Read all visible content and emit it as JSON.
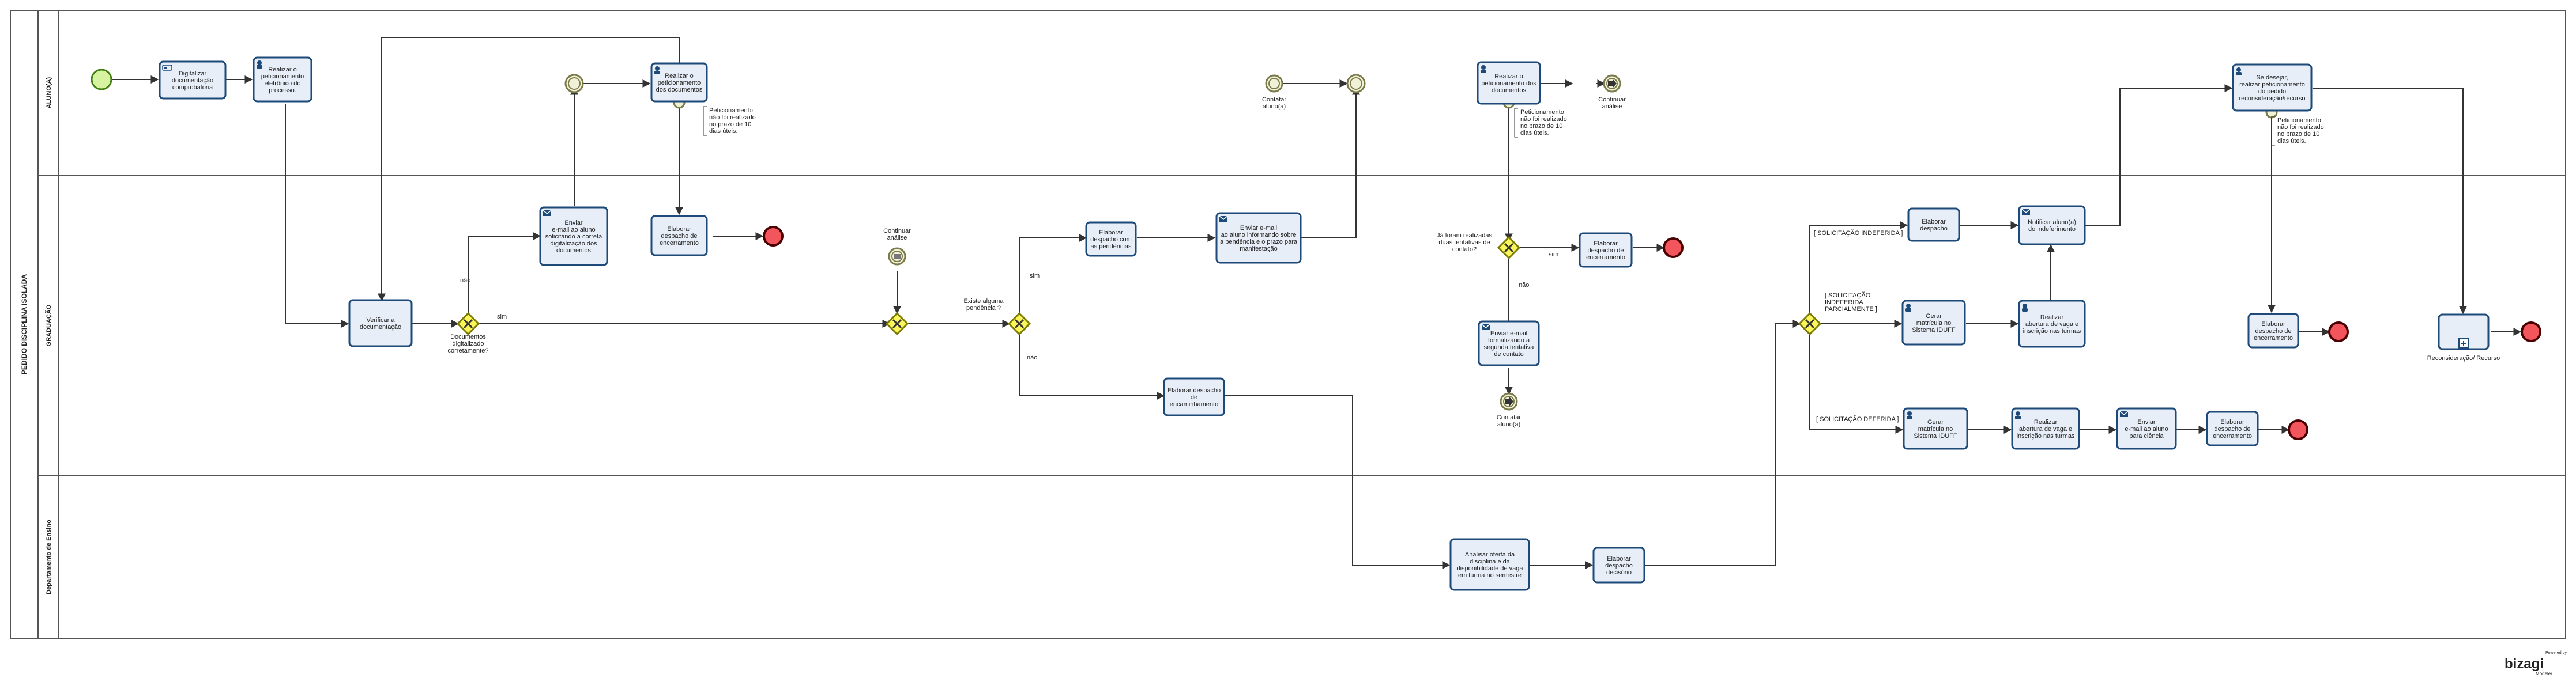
{
  "pool": {
    "name": "PEDIDO DISCIPLINA ISOLADA"
  },
  "lanes": [
    {
      "id": "aluno",
      "name": "ALUNO(A)"
    },
    {
      "id": "graduacao",
      "name": "GRADUAÇÃO"
    },
    {
      "id": "depto",
      "name": "Departamento de Ensino"
    }
  ],
  "tasks": [
    {
      "id": "t1",
      "lines": [
        "Digitalizar",
        "documentação",
        "comprobatória"
      ],
      "icon": "keyboard"
    },
    {
      "id": "t2",
      "lines": [
        "Realizar o",
        "peticionamento",
        "eletrônico do",
        "processo."
      ],
      "icon": "user"
    },
    {
      "id": "t3",
      "lines": [
        "Realizar o",
        "peticionamento",
        "dos documentos"
      ],
      "icon": "user"
    },
    {
      "id": "t4",
      "lines": [
        "Realizar o",
        "peticionamento dos",
        "documentos"
      ],
      "icon": "user"
    },
    {
      "id": "t5",
      "lines": [
        "Se desejar,",
        "realizar peticionamento",
        "do  pedido",
        "reconsideração/recurso"
      ],
      "icon": "user"
    },
    {
      "id": "t6",
      "lines": [
        "Verificar a",
        "documentação"
      ],
      "icon": "none"
    },
    {
      "id": "t7",
      "lines": [
        "Enviar",
        "e-mail ao aluno",
        "solicitando a correta",
        "digitalização dos",
        "documentos"
      ],
      "icon": "mail"
    },
    {
      "id": "t8",
      "lines": [
        "Elaborar",
        "despacho de",
        "encerramento"
      ],
      "icon": "none"
    },
    {
      "id": "t9",
      "lines": [
        "Elaborar",
        "despacho com",
        "as pendências"
      ],
      "icon": "none"
    },
    {
      "id": "t10",
      "lines": [
        "Enviar e-mail",
        "ao aluno informando sobre",
        "a pendência e o prazo para",
        "manifestação"
      ],
      "icon": "mail"
    },
    {
      "id": "t11",
      "lines": [
        "Elaborar despacho",
        "de",
        "encaminhamento"
      ],
      "icon": "none"
    },
    {
      "id": "t12",
      "lines": [
        "Elaborar",
        "despacho de",
        "encerramento"
      ],
      "icon": "none"
    },
    {
      "id": "t13",
      "lines": [
        "Enviar e-mail",
        "formalizando a",
        "segunda tentativa",
        "de contato"
      ],
      "icon": "mail"
    },
    {
      "id": "t14",
      "lines": [
        "Elaborar",
        "despacho"
      ],
      "icon": "none"
    },
    {
      "id": "t15",
      "lines": [
        "Notificar aluno(a)",
        "do indeferimento"
      ],
      "icon": "mail"
    },
    {
      "id": "t16",
      "lines": [
        "Gerar",
        "matrícula no",
        "Sistema IDUFF"
      ],
      "icon": "user"
    },
    {
      "id": "t17",
      "lines": [
        "Realizar",
        "abertura de vaga e",
        "inscrição nas turmas"
      ],
      "icon": "user"
    },
    {
      "id": "t18",
      "lines": [
        "Elaborar",
        "despacho de",
        "encerramento"
      ],
      "icon": "none"
    },
    {
      "id": "t19",
      "lines": [
        "Gerar",
        "matrícula no",
        "Sistema IDUFF"
      ],
      "icon": "user"
    },
    {
      "id": "t20",
      "lines": [
        "Realizar",
        "abertura de vaga e",
        "inscrição nas turmas"
      ],
      "icon": "user"
    },
    {
      "id": "t21",
      "lines": [
        "Enviar",
        "e-mail ao aluno",
        "para ciência"
      ],
      "icon": "mail"
    },
    {
      "id": "t22",
      "lines": [
        "Elaborar",
        "despacho de",
        "encerramento"
      ],
      "icon": "none"
    },
    {
      "id": "t23",
      "lines": [
        "Analisar oferta da",
        "disciplina e da",
        "disponibilidade de vaga",
        "em turma no semestre"
      ],
      "icon": "none"
    },
    {
      "id": "t24",
      "lines": [
        "Elaborar",
        "despacho",
        "decisório"
      ],
      "icon": "none"
    },
    {
      "id": "t25",
      "lines": [],
      "icon": "subprocess"
    }
  ],
  "subprocess_label": "Reconsideração/ Recurso",
  "annotations": [
    {
      "id": "a1",
      "lines": [
        "Peticionamento",
        "não foi realizado",
        "no prazo de 10",
        "dias úteis."
      ]
    },
    {
      "id": "a2",
      "lines": [
        "Peticionamento",
        "não foi realizado",
        "no prazo de 10",
        "dias úteis."
      ]
    },
    {
      "id": "a3",
      "lines": [
        "Peticionamento",
        "não foi realizado",
        "no prazo de 10",
        "dias úteis."
      ]
    }
  ],
  "event_labels": [
    {
      "id": "e1",
      "lines": [
        "Contatar",
        "aluno(a)"
      ]
    },
    {
      "id": "e2",
      "lines": [
        "Continuar",
        "análise"
      ]
    },
    {
      "id": "e3",
      "lines": [
        "Continuar",
        "análise"
      ]
    },
    {
      "id": "e4",
      "lines": [
        "Contatar",
        "aluno(a)"
      ]
    }
  ],
  "gateway_labels": [
    {
      "id": "g1",
      "lines": [
        "Documentos",
        "digitalizado",
        "corretamente?"
      ]
    },
    {
      "id": "g2",
      "lines": [
        "Existe alguma",
        "pendência ?"
      ]
    },
    {
      "id": "g3",
      "lines": [
        "Já foram realizadas",
        "duas tentativas de",
        "contato?"
      ]
    }
  ],
  "flow_labels": {
    "nao": "não",
    "sim": "sim",
    "indeferida": "[ SOLICITAÇÃO INDEFERIDA ]",
    "parcial": [
      "[ SOLICITAÇÃO",
      "INDEFERIDA",
      "PARCIALMENTE ]"
    ],
    "deferida": "[ SOLICITAÇÃO DEFERIDA ]"
  },
  "brand": {
    "powered": "Powered by",
    "name": "bizagi",
    "sub": "Modeler",
    "color": "#f0a868"
  }
}
